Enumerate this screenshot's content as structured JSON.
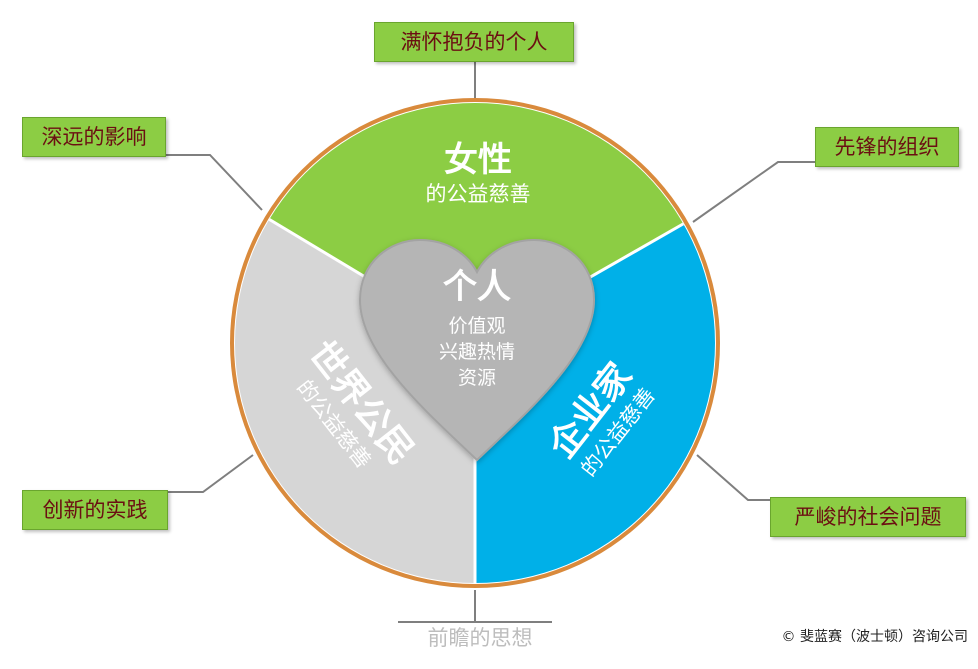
{
  "colors": {
    "ring": "#d98a3c",
    "green": "#8ccd44",
    "blue": "#00b0e8",
    "grey": "#d6d6d6",
    "heart": "#b5b5b5",
    "label_bg": "#8ccd44",
    "label_text": "#6b0f12"
  },
  "center": {
    "title": "个人",
    "lines": [
      "价值观",
      "兴趣热情",
      "资源"
    ]
  },
  "segments": {
    "top": {
      "title": "女性",
      "subtitle": "的公益慈善"
    },
    "right": {
      "title": "企业家",
      "subtitle": "的公益慈善"
    },
    "left": {
      "title": "世界公民",
      "subtitle": "的公益慈善"
    }
  },
  "labels": {
    "top": "满怀抱负的个人",
    "top_left": "深远的影响",
    "top_right": "先锋的组织",
    "bottom_left": "创新的实践",
    "bottom_right": "严峻的社会问题",
    "bottom": "前瞻的思想"
  },
  "copyright": "© 斐蓝赛（波士顿）咨询公司"
}
